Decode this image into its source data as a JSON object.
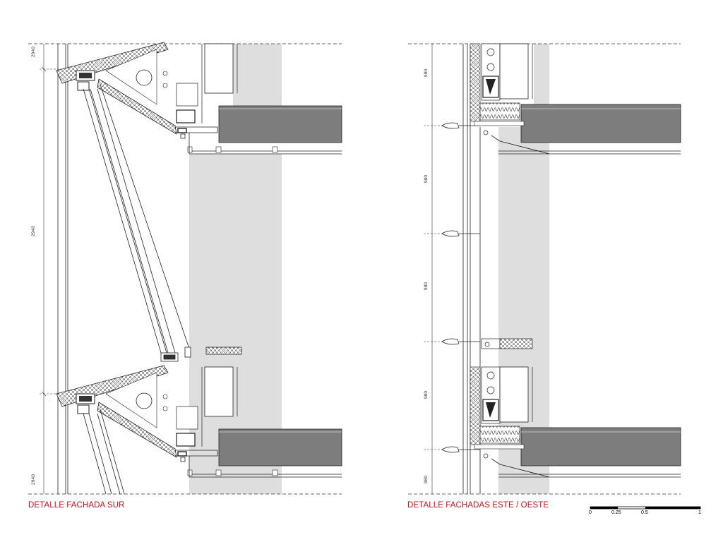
{
  "titles": {
    "south": "DETALLE FACHADA SUR",
    "east_west": "DETALLE FACHADAS ESTE / OESTE"
  },
  "dimensions": {
    "south": [
      "2940",
      "2940",
      "2940"
    ],
    "east_west": [
      "980",
      "980",
      "980",
      "980",
      "980"
    ]
  },
  "scale_bar": {
    "labels": [
      "0",
      "0.25",
      "0.5",
      "1"
    ]
  },
  "colors": {
    "title": "#d0111b",
    "slab": "#7d7d7d",
    "light_band": "#dedede",
    "line": "#1a1a1a"
  }
}
